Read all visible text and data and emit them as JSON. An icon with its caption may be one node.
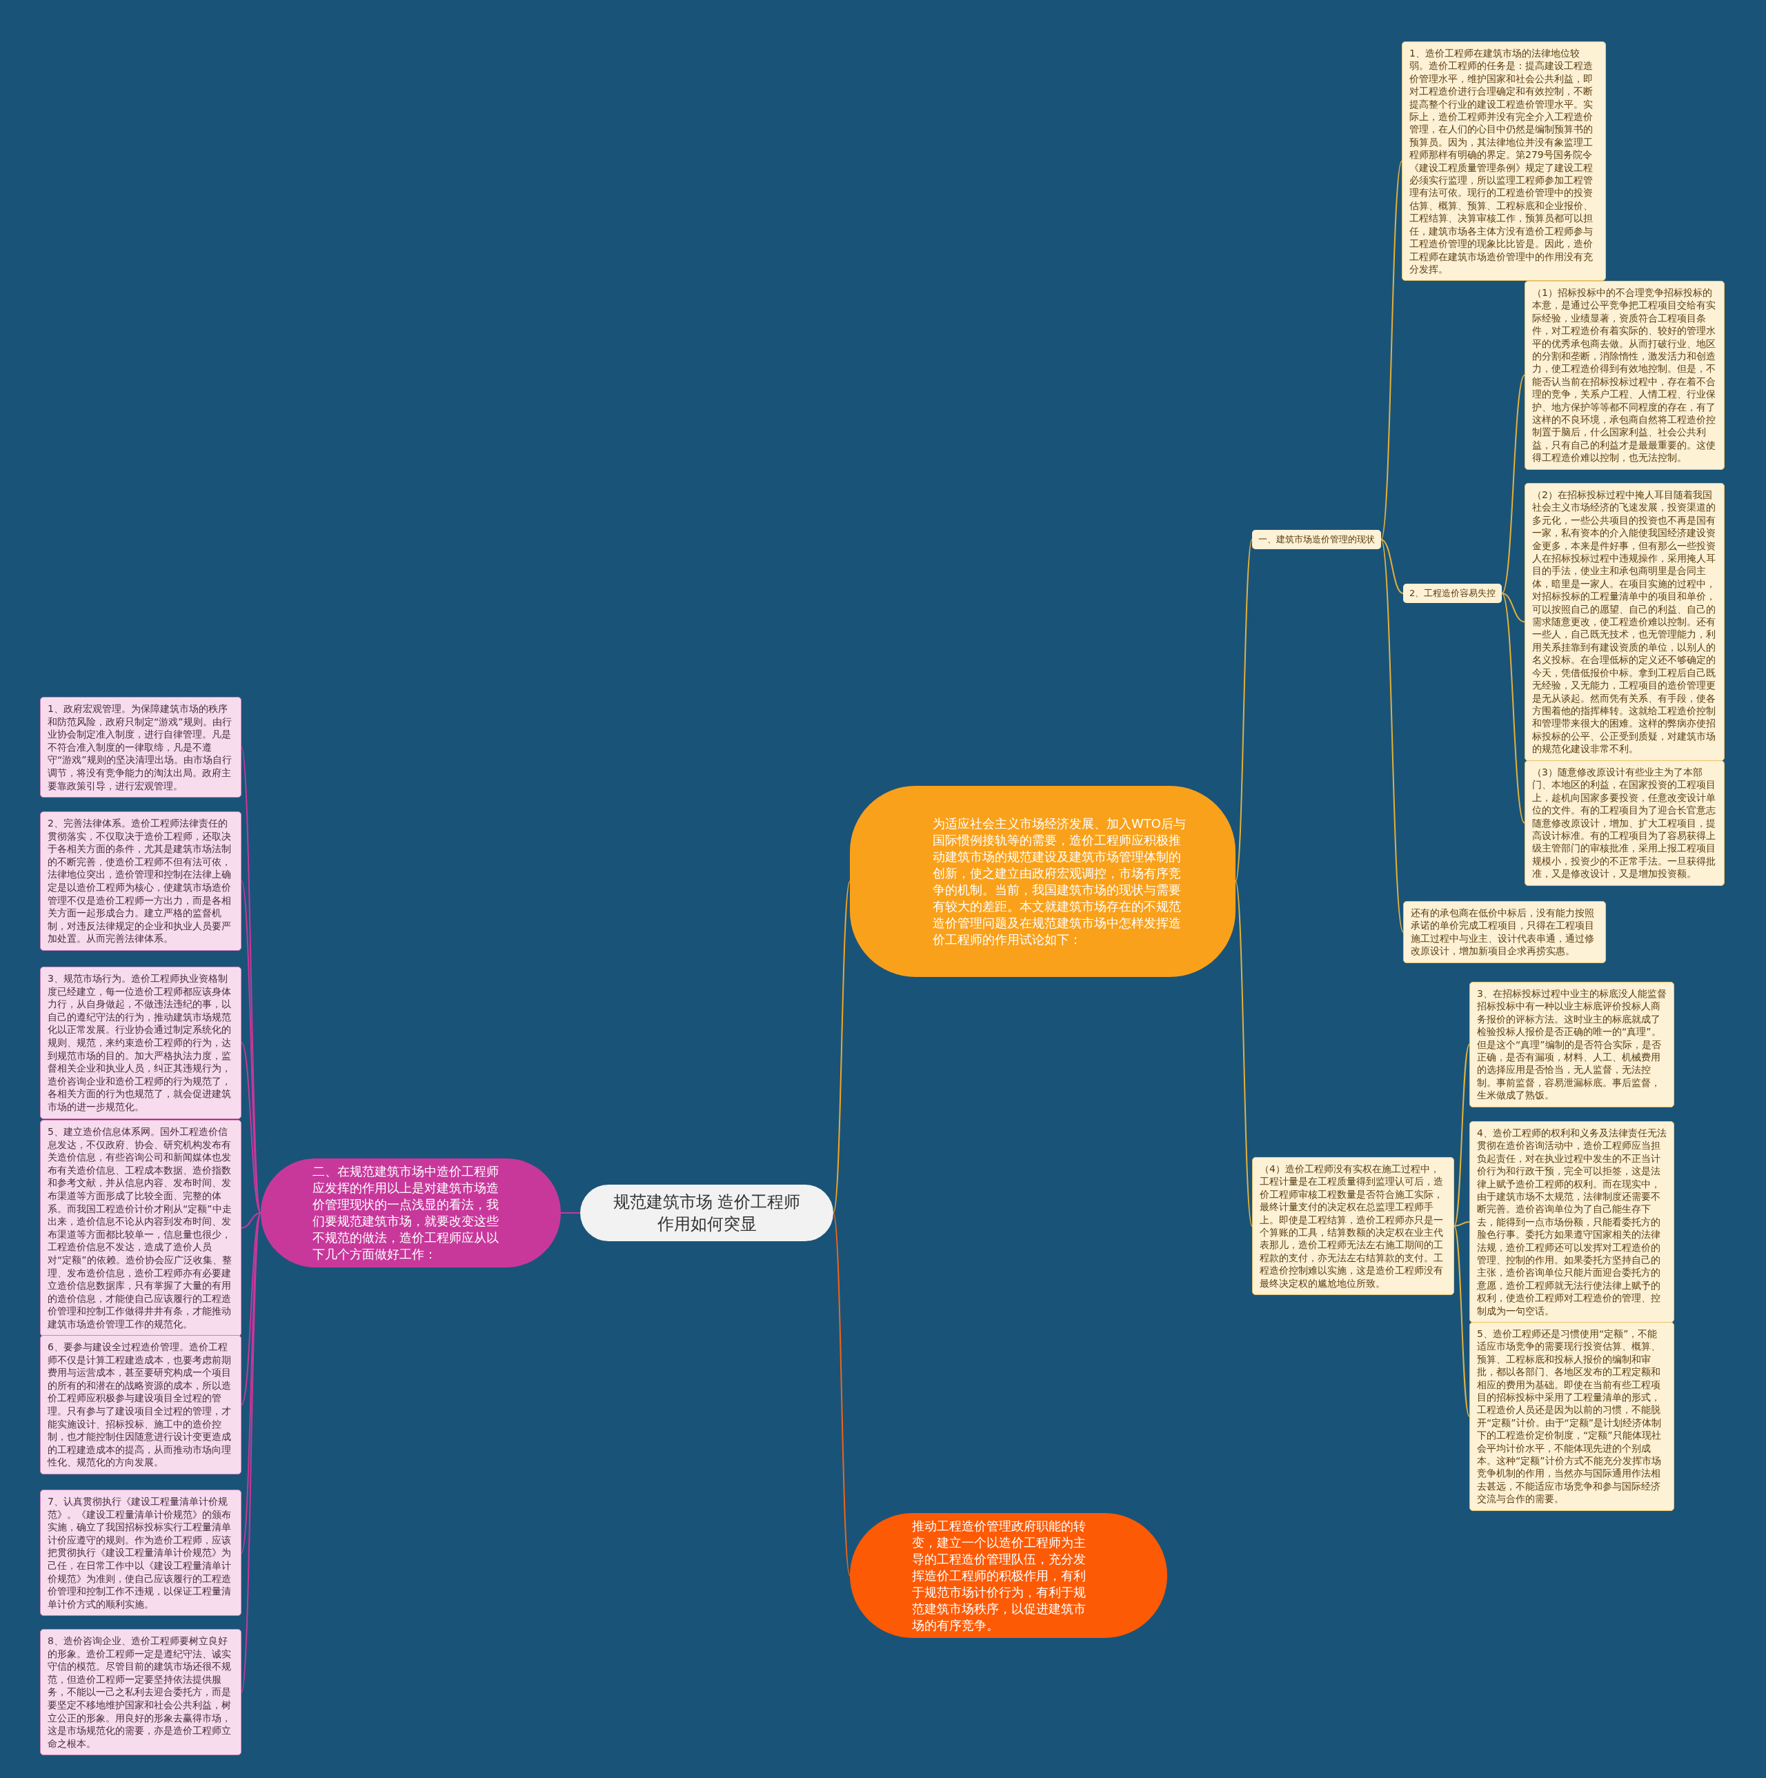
{
  "diagram": {
    "nodes": [
      {
        "text": [
          "规范建筑市场 造价工程师作用如何突显"
        ]
      },
      {
        "text": [
          "为适应社会主义市场经济发展、加入WTO后与国际惯例接轨等的需要，造价工程师应积极推动建筑市场的规范建设及建筑市场管理体制的创新，使之建立由政府宏观调控，市场有序竞争的机制。当前，我国建筑市场的现状与需要有较大的差距。本文就建筑市场存在的不规范造价管理问题及在规范建筑市场中怎样发挥造价工程师的作用试论如下："
        ]
      },
      {
        "text": [
          "一、建筑市场造价管理的现状"
        ]
      },
      {
        "text": [
          "1、造价工程师在建筑市场的法律地位较弱。造价工程师的任务是：提高建设工程造价管理水平，维护国家和社会公共利益，即对工程造价进行合理确定和有效控制，不断提高整个行业的建设工程造价管理水平。实际上，造价工程师并没有完全介入工程造价管理，在人们的心目中仍然是编制预算书的预算员。因为，其法律地位并没有象监理工程师那样有明确的界定。第279号国务院令《建设工程质量管理条例》规定了建设工程必须实行监理，所以监理工程师参加工程管理有法可依。现行的工程造价管理中的投资估算、概算、预算、工程标底和企业报价、工程结算、决算审核工作，预算员都可以担任，建筑市场各主体方没有造价工程师参与工程造价管理的现象比比皆是。因此，造价工程师在建筑市场造价管理中的作用没有充分发挥。"
        ]
      },
      {
        "text": [
          "2、工程造价容易失控"
        ]
      },
      {
        "text": [
          "（1）招标投标中的不合理竞争招标投标的本意，是通过公平竞争把工程项目交给有实际经验，业绩显著，资质符合工程项目条件，对工程造价有着实际的、较好的管理水平的优秀承包商去做。从而打破行业、地区的分割和垄断，消除惰性，激发活力和创造力，使工程造价得到有效地控制。但是，不能否认当前在招标投标过程中，存在着不合理的竞争，关系户工程、人情工程、行业保护、地方保护等等都不同程度的存在，有了这样的不良环境，承包商自然将工程造价控制置于脑后，什么国家利益、社会公共利益，只有自己的利益才是最最重要的。这使得工程造价难以控制，也无法控制。"
        ]
      },
      {
        "text": [
          "（2）在招标投标过程中掩人耳目随着我国社会主义市场经济的飞速发展，投资渠道的多元化，一些公共项目的投资也不再是国有一家，私有资本的介入能使我国经济建设资金更多，本来是件好事，但有那么一些投资人在招标投标过程中违规操作，采用掩人耳目的手法，使业主和承包商明里是合同主体，暗里是一家人。在项目实施的过程中，对招标投标的工程量清单中的项目和单价，可以按照自己的愿望、自己的利益、自己的需求随意更改，使工程造价难以控制。还有一些人，自己既无技术，也无管理能力，利用关系挂靠到有建设资质的单位，以别人的名义投标。在合理低标的定义还不够确定的今天，凭借低报价中标。拿到工程后自己既无经验，又无能力，工程项目的造价管理更是无从谈起。然而凭有关系、有手段，使各方围着他的指挥棒转。这就给工程造价控制和管理带来很大的困难。这样的弊病亦使招标投标的公平、公正受到质疑，对建筑市场的规范化建设非常不利。"
        ]
      },
      {
        "text": [
          "（3）随意修改原设计有些业主为了本部门、本地区的利益，在国家投资的工程项目上，趁机向国家多要投资，任意改变设计单位的文件。有的工程项目为了迎合长官意志随意修改原设计，增加、扩大工程项目，提高设计标准。有的工程项目为了容易获得上级主管部门的审核批准，采用上报工程项目规模小，投资少的不正常手法。一旦获得批准，又是修改设计，又是增加投资额。"
        ]
      },
      {
        "text": [
          "还有的承包商在低价中标后，没有能力按照承诺的单价完成工程项目，只得在工程项目施工过程中与业主、设计代表串通，通过修改原设计，增加新项目企求再捞实惠。"
        ]
      },
      {
        "text": [
          "（4）造价工程师没有实权在施工过程中，工程计量是在工程质量得到监理认可后，造价工程师审核工程数量是否符合施工实际，最终计量支付的决定权在总监理工程师手上。即使是工程结算，造价工程师亦只是一个算账的工具，结算数额的决定权在业主代表那儿，造价工程师无法左右施工期间的工程款的支付，亦无法左右结算款的支付。工程造价控制难以实施，这是造价工程师没有最终决定权的尴尬地位所致。"
        ]
      },
      {
        "text": [
          "3、在招标投标过程中业主的标底没人能监督招标投标中有一种以业主标底评价投标人商务报价的评标方法。这时业主的标底就成了检验投标人报价是否正确的唯一的“真理”。但是这个“真理”编制的是否符合实际，是否正确，是否有漏项，材料、人工、机械费用的选择应用是否恰当，无人监督，无法控制。事前监督，容易泄漏标底。事后监督，生米做成了熟饭。"
        ]
      },
      {
        "text": [
          "4、造价工程师的权利和义务及法律责任无法贯彻在造价咨询活动中，造价工程师应当担负起责任，对在执业过程中发生的不正当计价行为和行政干预，完全可以拒签，这是法律上赋予造价工程师的权利。而在现实中，由于建筑市场不太规范，法律制度还需要不断完善。造价咨询单位为了自己能生存下去，能得到一点市场份额，只能看委托方的脸色行事。委托方如果遵守国家相关的法律法规，造价工程师还可以发挥对工程造价的管理、控制的作用。如果委托方坚持自己的主张，造价咨询单位只能片面迎合委托方的意愿，造价工程师就无法行使法律上赋予的权利，使造价工程师对工程造价的管理、控制成为一句空话。"
        ]
      },
      {
        "text": [
          "5、造价工程师还是习惯使用“定额”，不能适应市场竞争的需要现行投资估算、概算、预算、工程标底和投标人报价的编制和审批，都以各部门、各地区发布的工程定额和相应的费用为基础。即使在当前有些工程项目的招标投标中采用了工程量清单的形式，工程造价人员还是因为以前的习惯，不能脱开“定额”计价。由于“定额”是计划经济体制下的工程造价定价制度，“定额”只能体现社会平均计价水平，不能体现先进的个别成本。这种“定额”计价方式不能充分发挥市场竞争机制的作用，当然亦与国际通用作法相去甚远，不能适应市场竞争和参与国际经济交流与合作的需要。"
        ]
      },
      {
        "text": [
          "推动工程造价管理政府职能的转变，建立一个以造价工程师为主导的工程造价管理队伍，充分发挥造价工程师的积极作用，有利于规范市场计价行为，有利于规范建筑市场秩序，以促进建筑市场的有序竞争。"
        ]
      },
      {
        "text": [
          "二、在规范建筑市场中造价工程师应发挥的作用以上是对建筑市场造价管理现状的一点浅显的看法，我们要规范建筑市场，就要改变这些不规范的做法，造价工程师应从以下几个方面做好工作："
        ]
      },
      {
        "text": [
          "1、政府宏观管理。为保障建筑市场的秩序和防范风险，政府只制定“游戏”规则。由行业协会制定准入制度，进行自律管理。凡是不符合准入制度的一律取缔，凡是不遵守“游戏”规则的坚决清理出场。由市场自行调节，将没有竞争能力的淘汰出局。政府主要靠政策引导，进行宏观管理。"
        ]
      },
      {
        "text": [
          "2、完善法律体系。造价工程师法律责任的贯彻落实，不仅取决于造价工程师，还取决于各相关方面的条件，尤其是建筑市场法制的不断完善，使造价工程师不但有法可依，法律地位突出，造价管理和控制在法律上确定是以造价工程师为核心，使建筑市场造价管理不仅是造价工程师一方出力，而是各相关方面一起形成合力。建立严格的监督机制，对违反法律规定的企业和执业人员要严加处置。从而完善法律体系。"
        ]
      },
      {
        "text": [
          "3、规范市场行为。造价工程师执业资格制度已经建立，每一位造价工程师都应该身体力行，从自身做起，不做违法违纪的事，以自己的遵纪守法的行为，推动建筑市场规范化以正常发展。行业协会通过制定系统化的规则、规范，来约束造价工程师的行为，达到规范市场的目的。加大严格执法力度，监督相关企业和执业人员，纠正其违规行为，造价咨询企业和造价工程师的行为规范了，各相关方面的行为也规范了，就会促进建筑市场的进一步规范化。"
        ]
      },
      {
        "text": [
          "5、建立造价信息体系网。国外工程造价信息发达，不仅政府、协会、研究机构发布有关造价信息，有些咨询公司和新闻媒体也发布有关造价信息、工程成本数据、造价指数和参考文献，并从信息内容、发布时间、发布渠道等方面形成了比较全面、完整的体系。而我国工程造价计价才刚从“定额”中走出来，造价信息不论从内容到发布时间、发布渠道等方面都比较单一，信息量也很少，工程造价信息不发达，造成了造价人员对“定额”的依赖。造价协会应广泛收集、整理、发布造价信息，造价工程师亦有必要建立造价信息数据库，只有掌握了大量的有用的造价信息，才能使自己应该履行的工程造价管理和控制工作做得井井有条，才能推动建筑市场造价管理工作的规范化。"
        ]
      },
      {
        "text": [
          "6、要参与建设全过程造价管理。造价工程师不仅是计算工程建造成本，也要考虑前期费用与运营成本，甚至要研究构成一个项目的所有的和潜在的战略资源的成本，所以造价工程师应积极参与建设项目全过程的管理。只有参与了建设项目全过程的管理，才能实施设计、招标投标、施工中的造价控制，也才能控制住因随意进行设计变更造成的工程建造成本的提高，从而推动市场向理性化、规范化的方向发展。"
        ]
      },
      {
        "text": [
          "7、认真贯彻执行《建设工程量清单计价规范》。《建设工程量清单计价规范》的颁布实施，确立了我国招标投标实行工程量清单计价应遵守的规则。作为造价工程师，应该把贯彻执行《建设工程量清单计价规范》为己任，在日常工作中以《建设工程量清单计价规范》为准则，使自己应该履行的工程造价管理和控制工作不违规，以保证工程量清单计价方式的顺利实施。"
        ]
      },
      {
        "text": [
          "8、造价咨询企业、造价工程师要树立良好的形象。造价工程师一定是遵纪守法、诚实守信的模范。尽管目前的建筑市场还很不规范，但造价工程师一定要坚持依法提供服务，不能以一己之私利去迎合委托方，而是要坚定不移地维护国家和社会公共利益，树立公正的形象。用良好的形象去赢得市场，这是市场规范化的需要，亦是造价工程师立命之根本。"
        ]
      }
    ],
    "edges": [
      {
        "from": 0,
        "to": 1,
        "arrow": "none",
        "color": "#f5a623"
      },
      {
        "from": 1,
        "to": 2,
        "arrow": "none"
      },
      {
        "from": 2,
        "to": 3,
        "arrow": "none"
      },
      {
        "from": 2,
        "to": 4,
        "arrow": "none"
      },
      {
        "from": 4,
        "to": 5,
        "arrow": "none"
      },
      {
        "from": 4,
        "to": 6,
        "arrow": "none"
      },
      {
        "from": 4,
        "to": 7,
        "arrow": "none"
      },
      {
        "from": 2,
        "to": 8,
        "arrow": "none"
      },
      {
        "from": 1,
        "to": 9,
        "arrow": "none"
      },
      {
        "from": 9,
        "to": 10,
        "arrow": "none"
      },
      {
        "from": 9,
        "to": 11,
        "arrow": "none"
      },
      {
        "from": 9,
        "to": 12,
        "arrow": "none"
      },
      {
        "from": 0,
        "to": 13,
        "arrow": "none",
        "color": "#f0641a"
      },
      {
        "from": 0,
        "to": 14,
        "arrow": "none",
        "color": "#c8389b"
      },
      {
        "from": 14,
        "to": 15,
        "arrow": "none",
        "color": "#c8389b"
      },
      {
        "from": 14,
        "to": 16,
        "arrow": "none",
        "color": "#c8389b"
      },
      {
        "from": 14,
        "to": 17,
        "arrow": "none",
        "color": "#c8389b"
      },
      {
        "from": 14,
        "to": 18,
        "arrow": "none",
        "color": "#c8389b"
      },
      {
        "from": 14,
        "to": 19,
        "arrow": "none",
        "color": "#c8389b"
      },
      {
        "from": 14,
        "to": 20,
        "arrow": "none",
        "color": "#c8389b"
      },
      {
        "from": 14,
        "to": 21,
        "arrow": "none",
        "color": "#c8389b"
      }
    ]
  }
}
